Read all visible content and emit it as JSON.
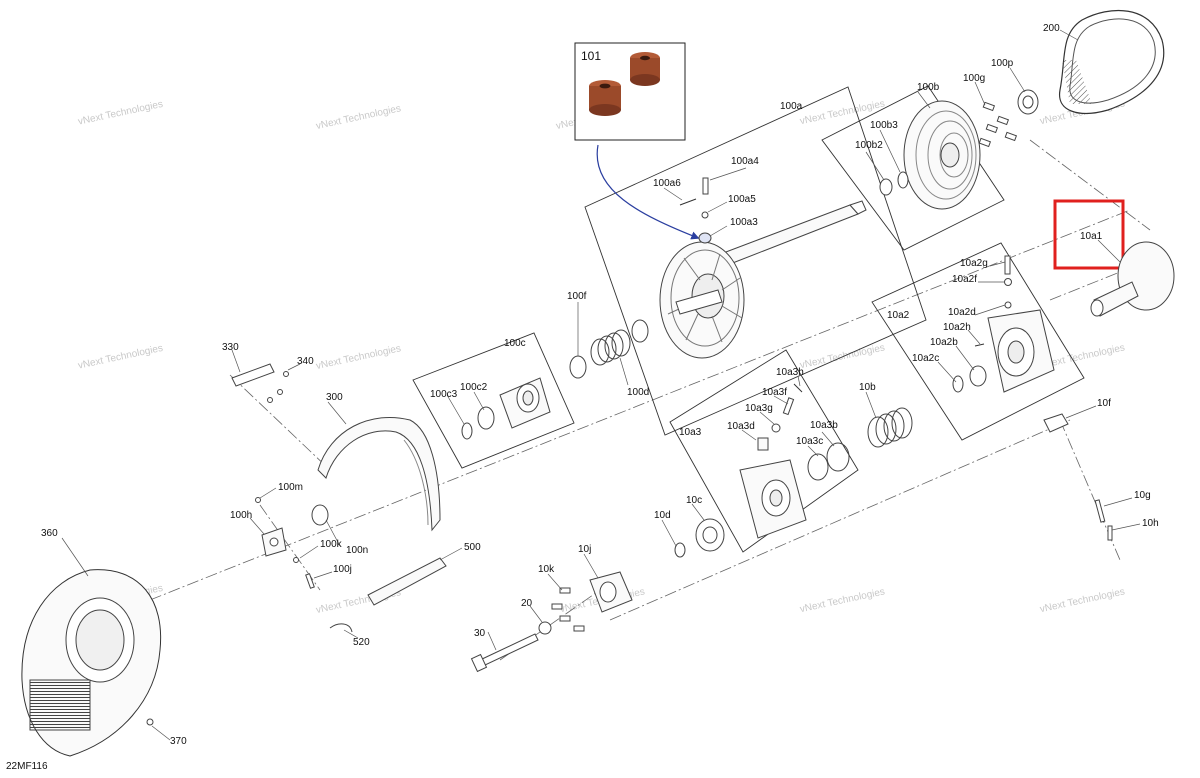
{
  "diagram_ref": "22MF116",
  "inset": {
    "label": "101"
  },
  "highlight": {
    "color": "#e0201e",
    "label": "10a1"
  },
  "watermark_text": [
    "vNext Technologies"
  ],
  "colors": {
    "line": "#333333",
    "part_stroke": "#444444",
    "arrow": "#2b3fa0",
    "bushing": "#9b4a2a"
  },
  "callouts": {
    "c200": "200",
    "c100p": "100p",
    "c100g": "100g",
    "c100b": "100b",
    "c100b3": "100b3",
    "c100b2": "100b2",
    "c100a": "100a",
    "c100a4": "100a4",
    "c100a6": "100a6",
    "c100a5": "100a5",
    "c100a3": "100a3",
    "c10a2g": "10a2g",
    "c10a2f": "10a2f",
    "c10a2": "10a2",
    "c10a2d": "10a2d",
    "c10a2h": "10a2h",
    "c10a2b": "10a2b",
    "c10a2c": "10a2c",
    "c100f": "100f",
    "c100c": "100c",
    "c100c3": "100c3",
    "c100c2": "100c2",
    "c100d": "100d",
    "c330": "330",
    "c340": "340",
    "c300": "300",
    "c10a3h": "10a3h",
    "c10a3f": "10a3f",
    "c10a3g": "10a3g",
    "c10a3d": "10a3d",
    "c10a3b": "10a3b",
    "c10a3c": "10a3c",
    "c10a3": "10a3",
    "c10b": "10b",
    "c10f": "10f",
    "c10g": "10g",
    "c10h": "10h",
    "c100m": "100m",
    "c100h": "100h",
    "c100k": "100k",
    "c100n": "100n",
    "c100j": "100j",
    "c10c": "10c",
    "c10d": "10d",
    "c10j": "10j",
    "c10k": "10k",
    "c20": "20",
    "c30": "30",
    "c360": "360",
    "c370": "370",
    "c500": "500",
    "c520": "520"
  }
}
